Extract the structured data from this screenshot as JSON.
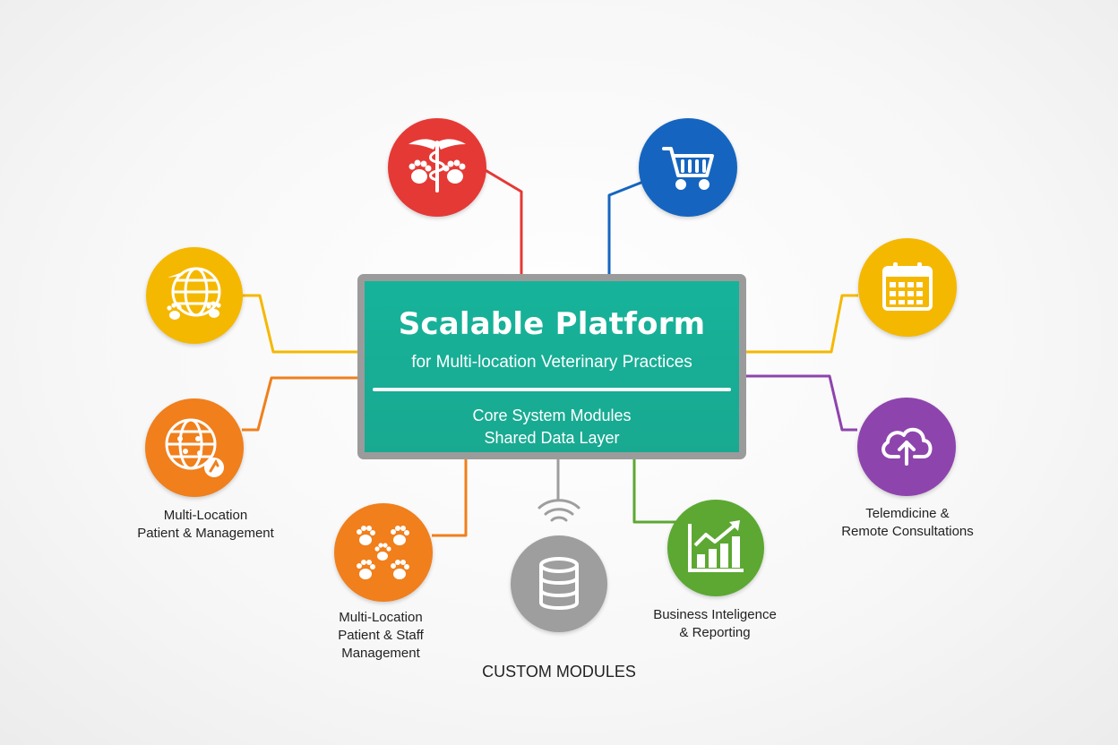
{
  "center": {
    "title": "Scalable Platform",
    "subtitle": "for Multi-location Veterinary Practices",
    "line1": "Core System Modules",
    "line2": "Shared Data Layer"
  },
  "modules": [
    {
      "id": "veterinary",
      "icon": "caduceus-paw-icon",
      "color": "#e53935",
      "label": []
    },
    {
      "id": "ecommerce",
      "icon": "shopping-cart-icon",
      "color": "#1565c0",
      "label": []
    },
    {
      "id": "global-pets",
      "icon": "globe-paw-icon",
      "color": "#f5b800",
      "label": []
    },
    {
      "id": "scheduling",
      "icon": "calendar-icon",
      "color": "#f5b800",
      "label": []
    },
    {
      "id": "multi-location-patient",
      "icon": "globe-network-icon",
      "color": "#f07f1c",
      "label": [
        "Multi-Location",
        "Patient & Management"
      ]
    },
    {
      "id": "telemedicine",
      "icon": "cloud-upload-icon",
      "color": "#8e44ad",
      "label": [
        "Telemdicine &",
        "Remote Consultations"
      ]
    },
    {
      "id": "multi-location-staff",
      "icon": "paw-prints-icon",
      "color": "#f07f1c",
      "label": [
        "Multi-Location",
        "Patient & Staff",
        "Management"
      ]
    },
    {
      "id": "database",
      "icon": "database-wifi-icon",
      "color": "#9e9e9e",
      "label": []
    },
    {
      "id": "business-intelligence",
      "icon": "bar-chart-growth-icon",
      "color": "#5ca832",
      "label": [
        "Business Inteligence",
        "& Reporting"
      ]
    }
  ],
  "footer": {
    "label": "CUSTOM MODULES"
  },
  "colors": {
    "center_fill": "#16b39a",
    "center_border": "#9b9b9b",
    "red": "#e53935",
    "blue": "#1565c0",
    "yellow": "#f5b800",
    "orange": "#f07f1c",
    "purple": "#8e44ad",
    "gray": "#9e9e9e",
    "green": "#5ca832"
  }
}
